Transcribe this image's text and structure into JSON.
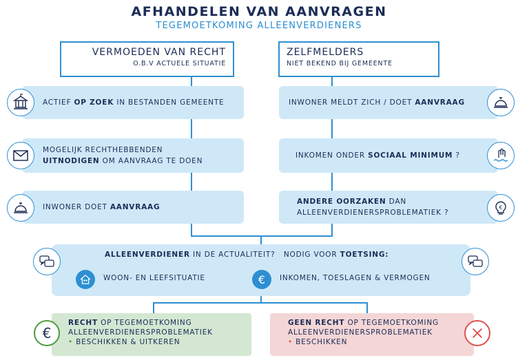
{
  "header": {
    "title": "Afhandelen van aanvragen",
    "subtitle": "Tegemoetkoming alleenverdieners"
  },
  "left_column": {
    "heading": "Vermoeden van recht",
    "subheading": "o.b.v actuele situatie",
    "steps": [
      {
        "pre": "Actief",
        "bold": "op zoek",
        "post": "in bestanden gemeente",
        "icon": "city-hall-icon"
      },
      {
        "pre": "Mogelijk rechthebbenden",
        "bold": "uitnodigen",
        "post": "om aanvraag te doen",
        "icon": "envelope-icon"
      },
      {
        "pre": "Inwoner doet",
        "bold": "aanvraag",
        "post": "",
        "icon": "service-bell-icon"
      }
    ]
  },
  "right_column": {
    "heading": "Zelfmelders",
    "subheading": "niet bekend bij gemeente",
    "steps": [
      {
        "pre": "Inwoner meldt zich / doet",
        "bold": "aanvraag",
        "post": "",
        "icon": "service-bell-icon"
      },
      {
        "pre": "Inkomen onder",
        "bold": "sociaal minimum",
        "post": "?",
        "icon": "drowning-hand-icon"
      },
      {
        "bold": "Andere oorzaken",
        "post": "dan",
        "line2": "alleenverdienersproblematiek ?",
        "icon": "lightbulb-euro-icon"
      }
    ]
  },
  "check": {
    "pre": "Alleenverdiener",
    "mid": "in de actualiteit?   Nodig voor",
    "bold": "toetsing:",
    "item1": "Woon- en leefsituatie",
    "item2": "Inkomen, toeslagen & vermogen",
    "icons": [
      "chat-bubbles-icon",
      "house-people-icon",
      "euro-icon"
    ]
  },
  "outcomes": {
    "positive": {
      "bold": "Recht",
      "line1_post": "op tegemoetkoming",
      "line2": "alleenverdienersproblematiek",
      "bullet": "Beschikken & uitkeren",
      "color": "#4c9a3e"
    },
    "negative": {
      "bold": "Geen recht",
      "line1_post": "op tegemoetkoming",
      "line2": "alleenverdienersproblematiek",
      "bullet": "Beschikken",
      "color": "#e05050"
    }
  },
  "colors": {
    "accent": "#2d8fd2",
    "box_fill": "#cfe8f7",
    "navy": "#1b2c56",
    "green_fill": "#d4e7d2",
    "red_fill": "#f4d6d6"
  }
}
